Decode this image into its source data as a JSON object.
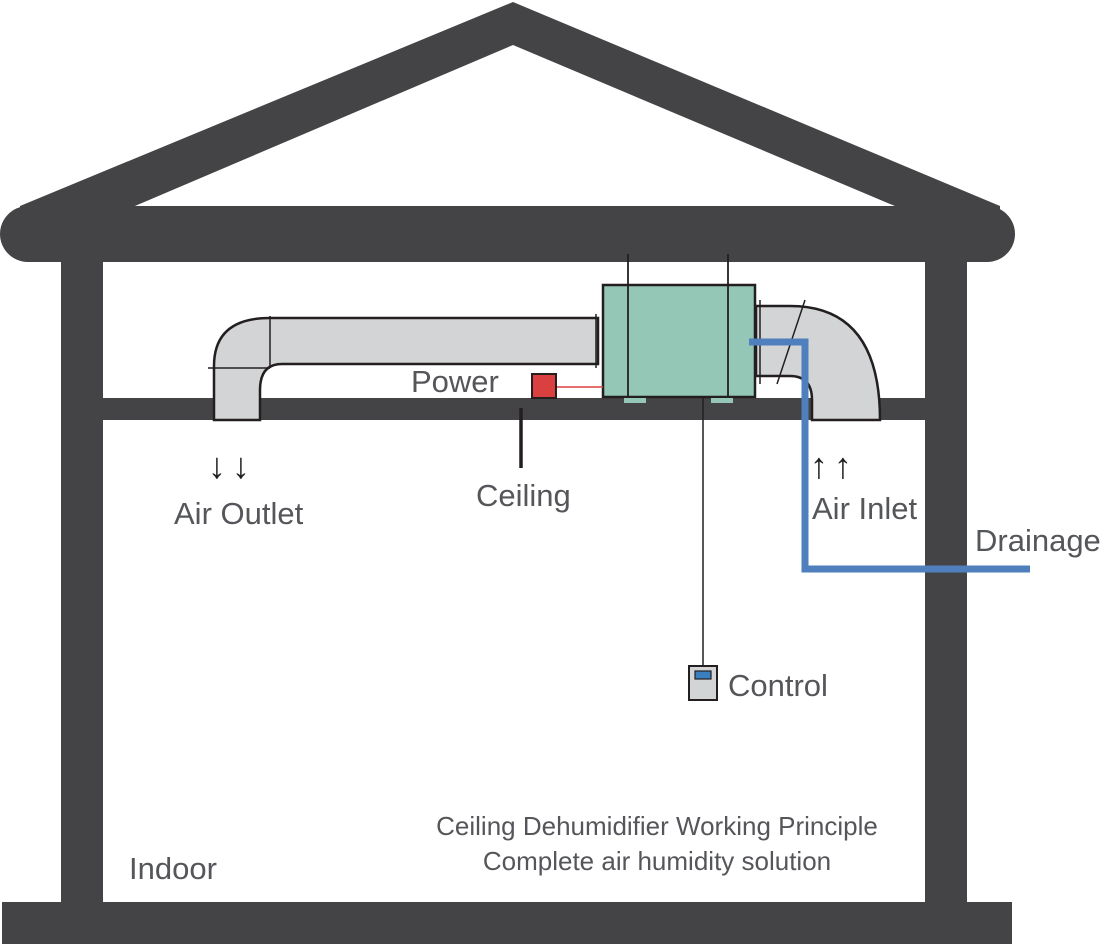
{
  "diagram": {
    "title_line1": "Ceiling Dehumidifier Working Principle",
    "title_line2": "Complete air humidity solution",
    "labels": {
      "power": "Power",
      "ceiling": "Ceiling",
      "air_outlet": "Air Outlet",
      "air_inlet": "Air Inlet",
      "drainage": "Drainage",
      "control": "Control",
      "indoor": "Indoor"
    },
    "arrows": {
      "outlet": "↓↓",
      "inlet": "↑↑"
    },
    "colors": {
      "house": "#444446",
      "unit": "#94c7b6",
      "duct": "#d3d4d6",
      "drain_pipe": "#4f7fbc",
      "power_box": "#db4040",
      "control_screen": "#3a7fc0",
      "text": "#55565a"
    }
  }
}
